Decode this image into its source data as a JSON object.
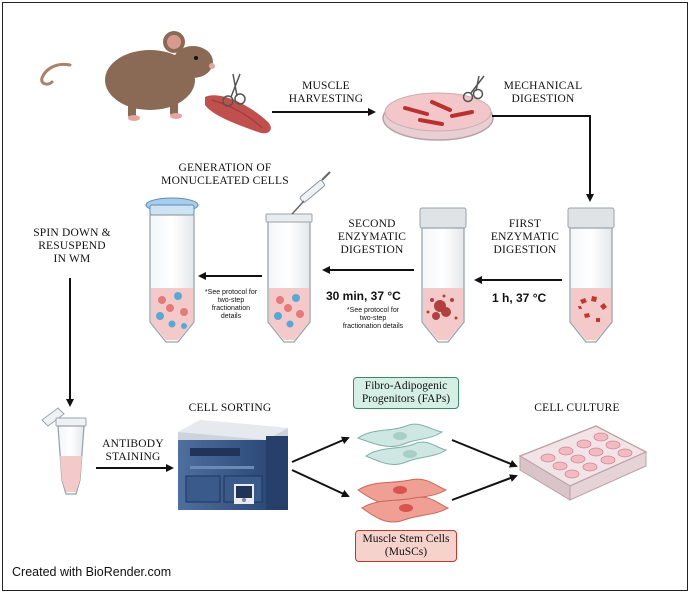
{
  "steps": {
    "muscle_harvesting": "MUSCLE\nHARVESTING",
    "mechanical_digestion": "MECHANICAL\nDIGESTION",
    "first_digestion": "FIRST\nENZYMATIC\nDIGESTION",
    "first_condition": "1 h, 37 °C",
    "second_digestion": "SECOND\nENZYMATIC\nDIGESTION",
    "second_condition": "30 min, 37 °C",
    "second_note": "*See protocol for\ntwo-step\nfractionation details",
    "mononucleated": "GENERATION OF\nMONUCLEATED CELLS",
    "mono_note": "*See protocol for\ntwo-step\nfractionation\ndetails",
    "spin_down": "SPIN DOWN &\nRESUSPEND\nIN WM",
    "antibody": "ANTIBODY\nSTAINING",
    "cell_sorting": "CELL SORTING",
    "cell_culture": "CELL CULTURE"
  },
  "populations": {
    "faps": "Fibro-Adipogenic\nProgenitors (FAPs)",
    "muscs": "Muscle Stem Cells\n(MuSCs)"
  },
  "credit": "Created with BioRender.com",
  "colors": {
    "faps_box_fill": "#d6efe6",
    "faps_box_border": "#3a8a6a",
    "muscs_box_fill": "#f6d2cc",
    "muscs_box_border": "#c0392b",
    "faps_cell": "#cfe7e2",
    "muscs_cell": "#ef9f93",
    "tube_fill": "#f4c9c9",
    "arrow": "#111111"
  }
}
